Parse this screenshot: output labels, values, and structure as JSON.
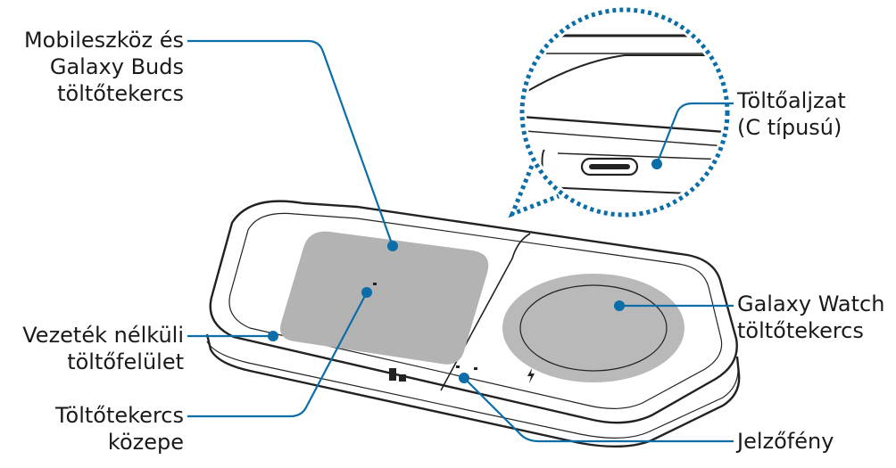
{
  "colors": {
    "leader": "#0b6ea8",
    "outline": "#222222",
    "coil_gray": "#b3b3b3",
    "ring_gray": "#b9b9b9",
    "dot_blue": "#0b6ea8"
  },
  "labels": {
    "phone_coil": [
      "Mobileszköz és",
      "Galaxy Buds",
      "töltőtekercs"
    ],
    "charging_surface": [
      "Vezeték nélküli",
      "töltőfelület"
    ],
    "coil_center": [
      "Töltőtekercs",
      "közepe"
    ],
    "port": [
      "Töltőaljzat",
      "(C típusú)"
    ],
    "watch_coil": [
      "Galaxy Watch",
      "töltőtekercs"
    ],
    "indicator": [
      "Jelzőfény"
    ]
  },
  "icons": {
    "port_callout": "magnifier-dotted-circle",
    "brand_mark": "logo-mark-icon",
    "bolt_mark": "bolt-icon"
  }
}
